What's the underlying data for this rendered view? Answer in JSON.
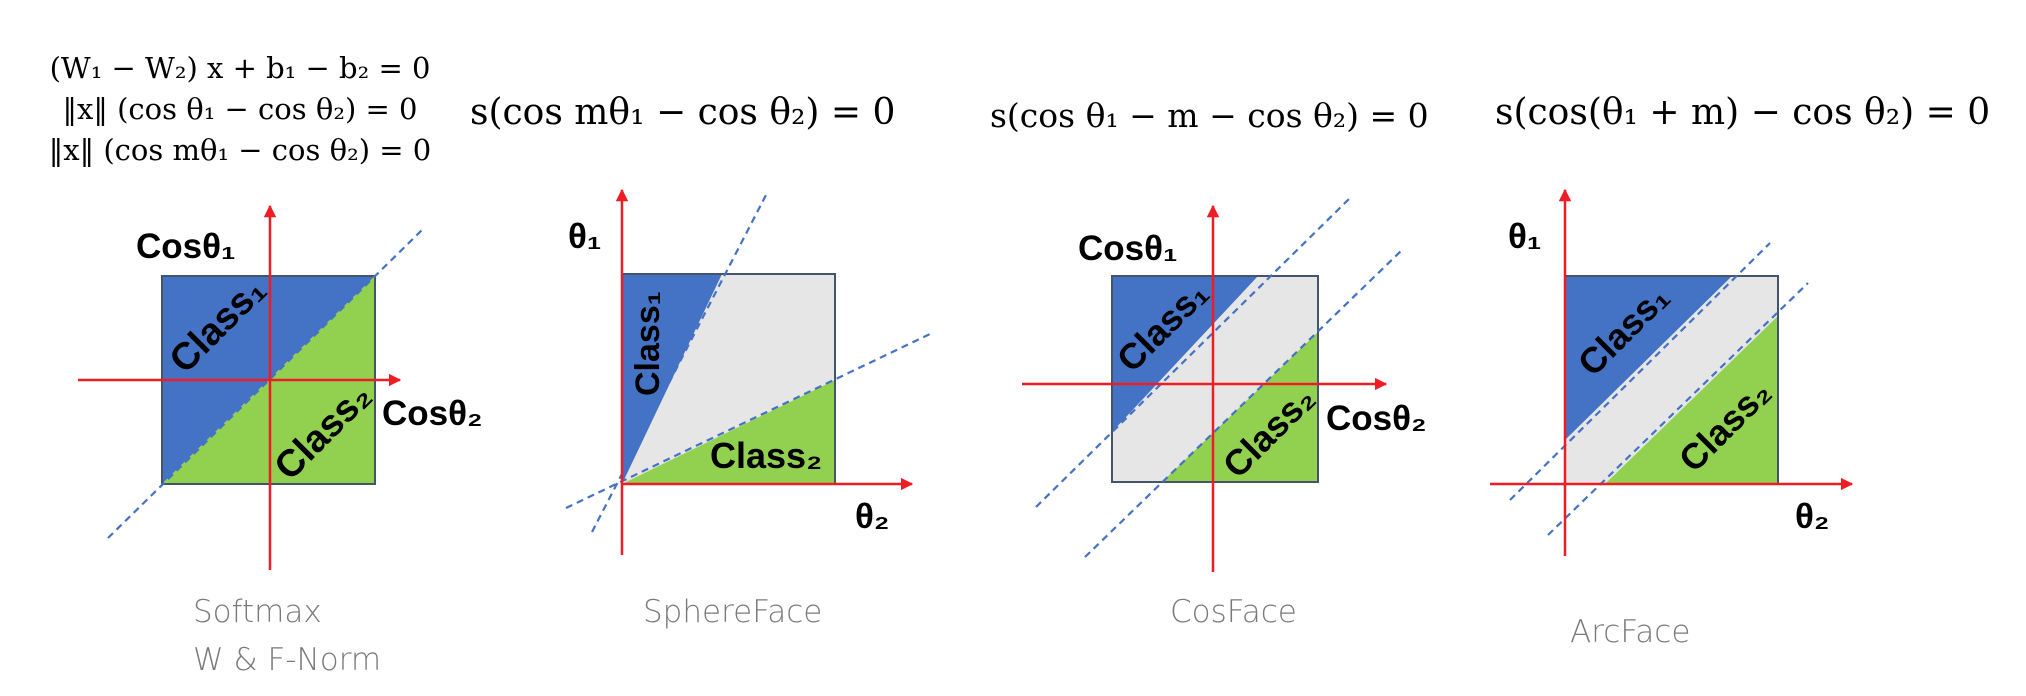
{
  "colors": {
    "class1": "#4472c4",
    "class2": "#92d050",
    "margin": "#e6e6e6",
    "axis": "#ee1c24",
    "boundary": "#4472c4",
    "box_edge": "#44546a"
  },
  "panels": [
    {
      "id": "softmax",
      "equations": [
        "(W₁ − W₂) x + b₁ − b₂ = 0",
        "‖x‖ (cos θ₁ − cos θ₂) = 0",
        "‖x‖ (cos mθ₁ − cos θ₂) = 0"
      ],
      "y_axis_label": "Cosθ₁",
      "x_axis_label": "Cosθ₂",
      "class1_label": "Class₁",
      "class2_label": "Class₂",
      "caption": [
        "Softmax",
        "W & F-Norm"
      ]
    },
    {
      "id": "sphereface",
      "equations": [
        "s(cos mθ₁ − cos θ₂) = 0"
      ],
      "y_axis_label": "θ₁",
      "x_axis_label": "θ₂",
      "class1_label": "Class₁",
      "class2_label": "Class₂",
      "caption": [
        "SphereFace"
      ]
    },
    {
      "id": "cosface",
      "equations": [
        "s(cos θ₁ − m − cos θ₂) = 0"
      ],
      "y_axis_label": "Cosθ₁",
      "x_axis_label": "Cosθ₂",
      "class1_label": "Class₁",
      "class2_label": "Class₂",
      "caption": [
        "CosFace"
      ]
    },
    {
      "id": "arcface",
      "equations": [
        "s(cos(θ₁ + m) − cos θ₂) = 0"
      ],
      "y_axis_label": "θ₁",
      "x_axis_label": "θ₂",
      "class1_label": "Class₁",
      "class2_label": "Class₂",
      "caption": [
        "ArcFace"
      ]
    }
  ]
}
